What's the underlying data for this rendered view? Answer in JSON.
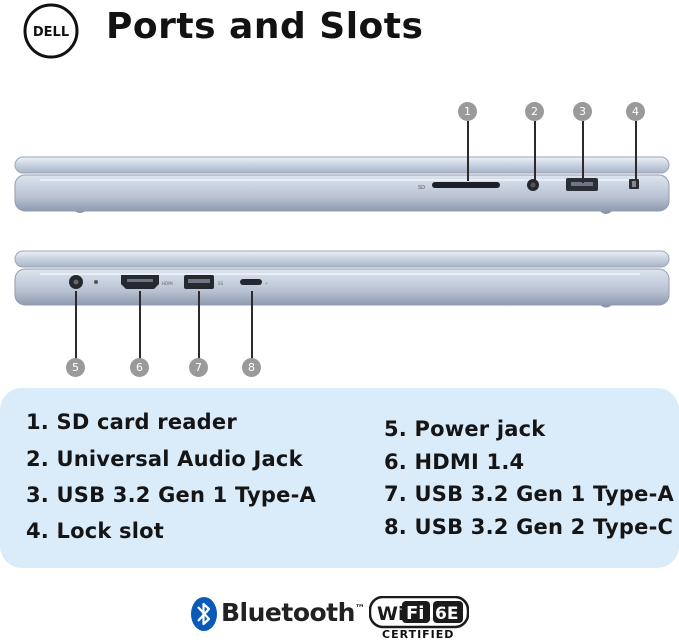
{
  "header": {
    "brand": "DELL",
    "title": "Ports and Slots"
  },
  "callouts": [
    "1",
    "2",
    "3",
    "4",
    "5",
    "6",
    "7",
    "8"
  ],
  "ports_left": [
    "1. SD card reader",
    "2. Universal Audio Jack",
    "3. USB 3.2 Gen 1 Type-A",
    "4. Lock slot"
  ],
  "ports_right": [
    "5. Power jack",
    "6. HDMI 1.4",
    "7. USB 3.2 Gen 1 Type-A",
    "8. USB 3.2 Gen 2 Type-C"
  ],
  "badges": {
    "bluetooth": "Bluetooth",
    "bluetooth_tm": "™",
    "wifi_a": "Wi",
    "wifi_b": "Fi",
    "wifi_c": "6E",
    "wifi_certified": "CERTIFIED"
  },
  "colors": {
    "panel": "#daecfa",
    "callout": "#9a9a9a",
    "laptop": "#b9c6d8",
    "bluetooth_blue": "#0a5ab7"
  },
  "icons": [
    "dell-logo-icon",
    "bluetooth-icon",
    "wifi-6e-icon"
  ]
}
